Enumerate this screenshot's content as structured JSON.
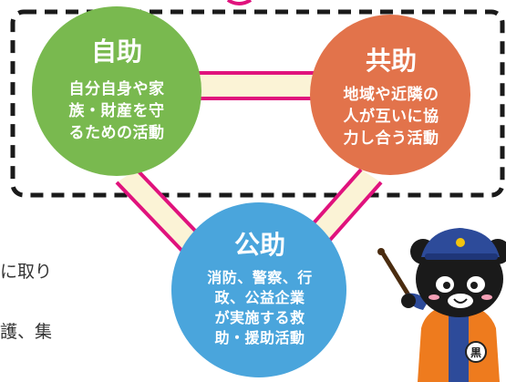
{
  "diagram": {
    "self_help": {
      "title": "自助",
      "lines": [
        "自分自身や家",
        "族・財産を守",
        "るための活動"
      ],
      "color": "#79b94f"
    },
    "mutual_help": {
      "title": "共助",
      "lines": [
        "地域や近隣の",
        "人が互いに協",
        "力し合う活動"
      ],
      "color": "#e2734b"
    },
    "public_help": {
      "title": "公助",
      "lines": [
        "消防、警察、行",
        "政、公益企業",
        "が実施する救",
        "助・援助活動"
      ],
      "color": "#3f9cd8"
    },
    "connector_color": "#e0127d",
    "connector_fill": "#fbf3d6"
  },
  "body_text": {
    "line1": "に取り",
    "line2": "護、集"
  },
  "mascot": {
    "badge": "黒"
  }
}
